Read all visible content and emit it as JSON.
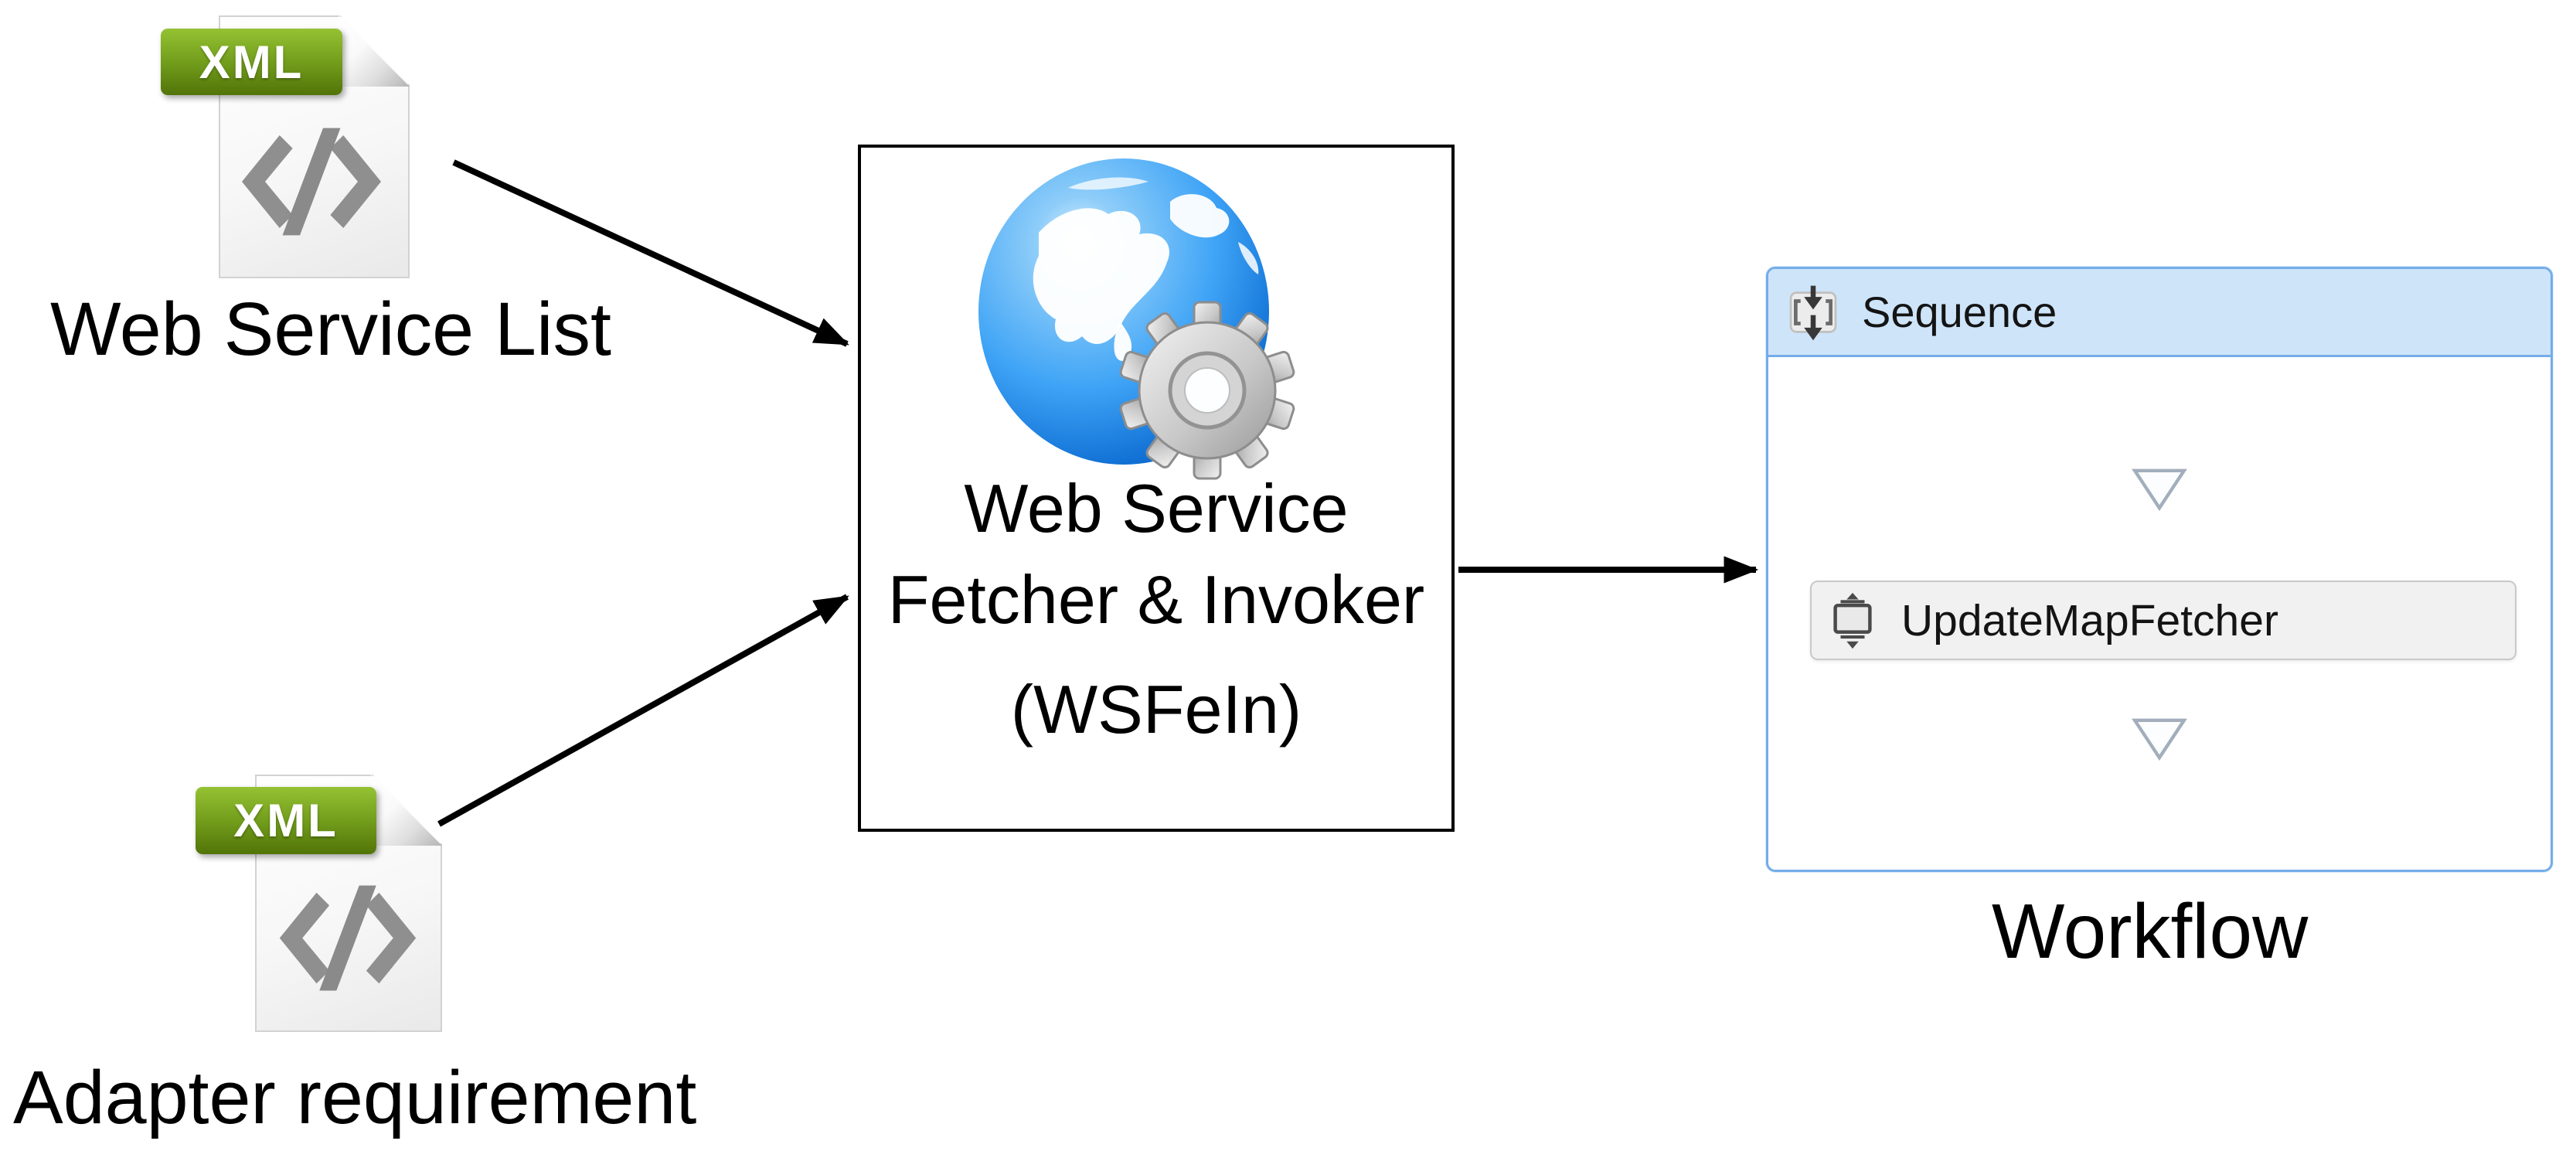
{
  "diagram": {
    "inputs": [
      {
        "badge": "XML",
        "label": "Web Service List"
      },
      {
        "badge": "XML",
        "label": "Adapter requirement"
      }
    ],
    "processor": {
      "title_line1": "Web Service",
      "title_line2": "Fetcher & Invoker",
      "abbrev": "(WSFeIn)"
    },
    "workflow": {
      "header": "Sequence",
      "activity": "UpdateMapFetcher",
      "caption": "Workflow"
    }
  },
  "icons": {
    "xml_file": "xml-file-icon",
    "xml_code": "code-brackets-icon </>",
    "globe_gear": "globe-with-gear-icon",
    "sequence": "sequence-double-down-arrow-icon",
    "activity": "activity-box-icon",
    "drop_triangle": "drop-target-triangle-icon",
    "flow_arrow": "black-flow-arrow"
  },
  "colors": {
    "badge_green_top": "#95c233",
    "badge_green_bottom": "#527408",
    "page_border": "#d2d2d2",
    "glyph_gray": "#8f8f8f",
    "globe_blue": "#2e9df5",
    "gear_gray": "#c9c9c9",
    "box_border": "#000000",
    "wf_border": "#74ade9",
    "wf_header_bg": "#cee4f9",
    "row_bg": "#f1f1f1",
    "row_border": "#c9c9c9",
    "triangle_stroke": "#a3aebc",
    "text_color": "#000000"
  }
}
